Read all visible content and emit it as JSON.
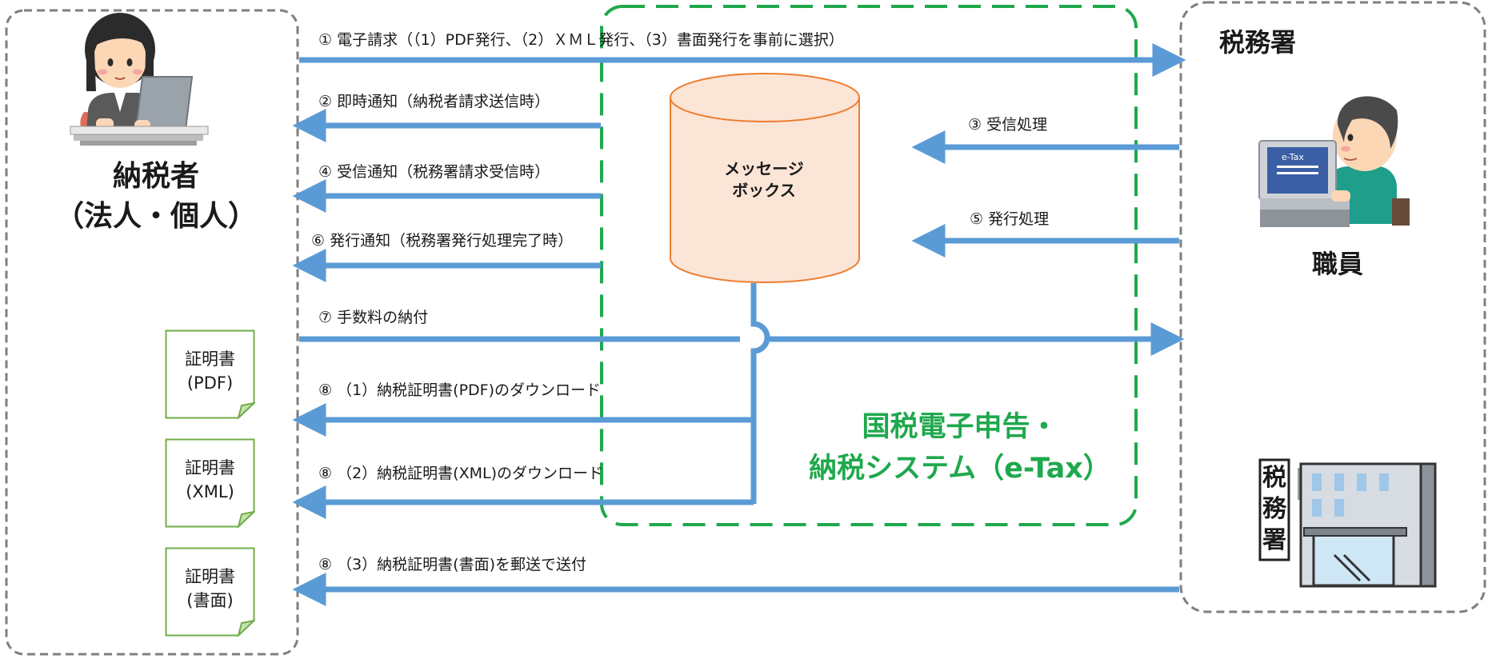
{
  "taxpayer": {
    "title_line1": "納税者",
    "title_line2": "（法人・個人）"
  },
  "tax_office": {
    "title": "税務署",
    "staff_label": "職員",
    "sign_chars": [
      "税",
      "務",
      "署"
    ],
    "screen_label": "e-Tax"
  },
  "message_box": {
    "line1": "メッセージ",
    "line2": "ボックス"
  },
  "etax_system": {
    "line1": "国税電子申告・",
    "line2": "納税システム（e-Tax）"
  },
  "flows": {
    "f1": "① 電子請求（（1）PDF発行、（2）ＸＭＬ発行、（3）書面発行を事前に選択）",
    "f2": "② 即時通知（納税者請求送信時）",
    "f3": "③ 受信処理",
    "f4": "④ 受信通知（税務署請求受信時）",
    "f5": "⑤ 発行処理",
    "f6": "⑥ 発行通知（税務署発行処理完了時）",
    "f7": "⑦ 手数料の納付",
    "f8a": "⑧ （1）納税証明書(PDF)のダウンロード",
    "f8b": "⑧ （2）納税証明書(XML)のダウンロード",
    "f8c": "⑧ （3）納税証明書(書面)を郵送で送付"
  },
  "documents": [
    {
      "line1": "証明書",
      "line2": "(PDF)"
    },
    {
      "line1": "証明書",
      "line2": "(XML)"
    },
    {
      "line1": "証明書",
      "line2": "(書面)"
    }
  ],
  "colors": {
    "arrow": "#5b9bd5",
    "etax_border": "#1fa84d",
    "dashed_border": "#7f7f7f",
    "db_fill": "#fbe5d6",
    "db_stroke": "#ed7d31",
    "doc_border": "#70ad47"
  }
}
